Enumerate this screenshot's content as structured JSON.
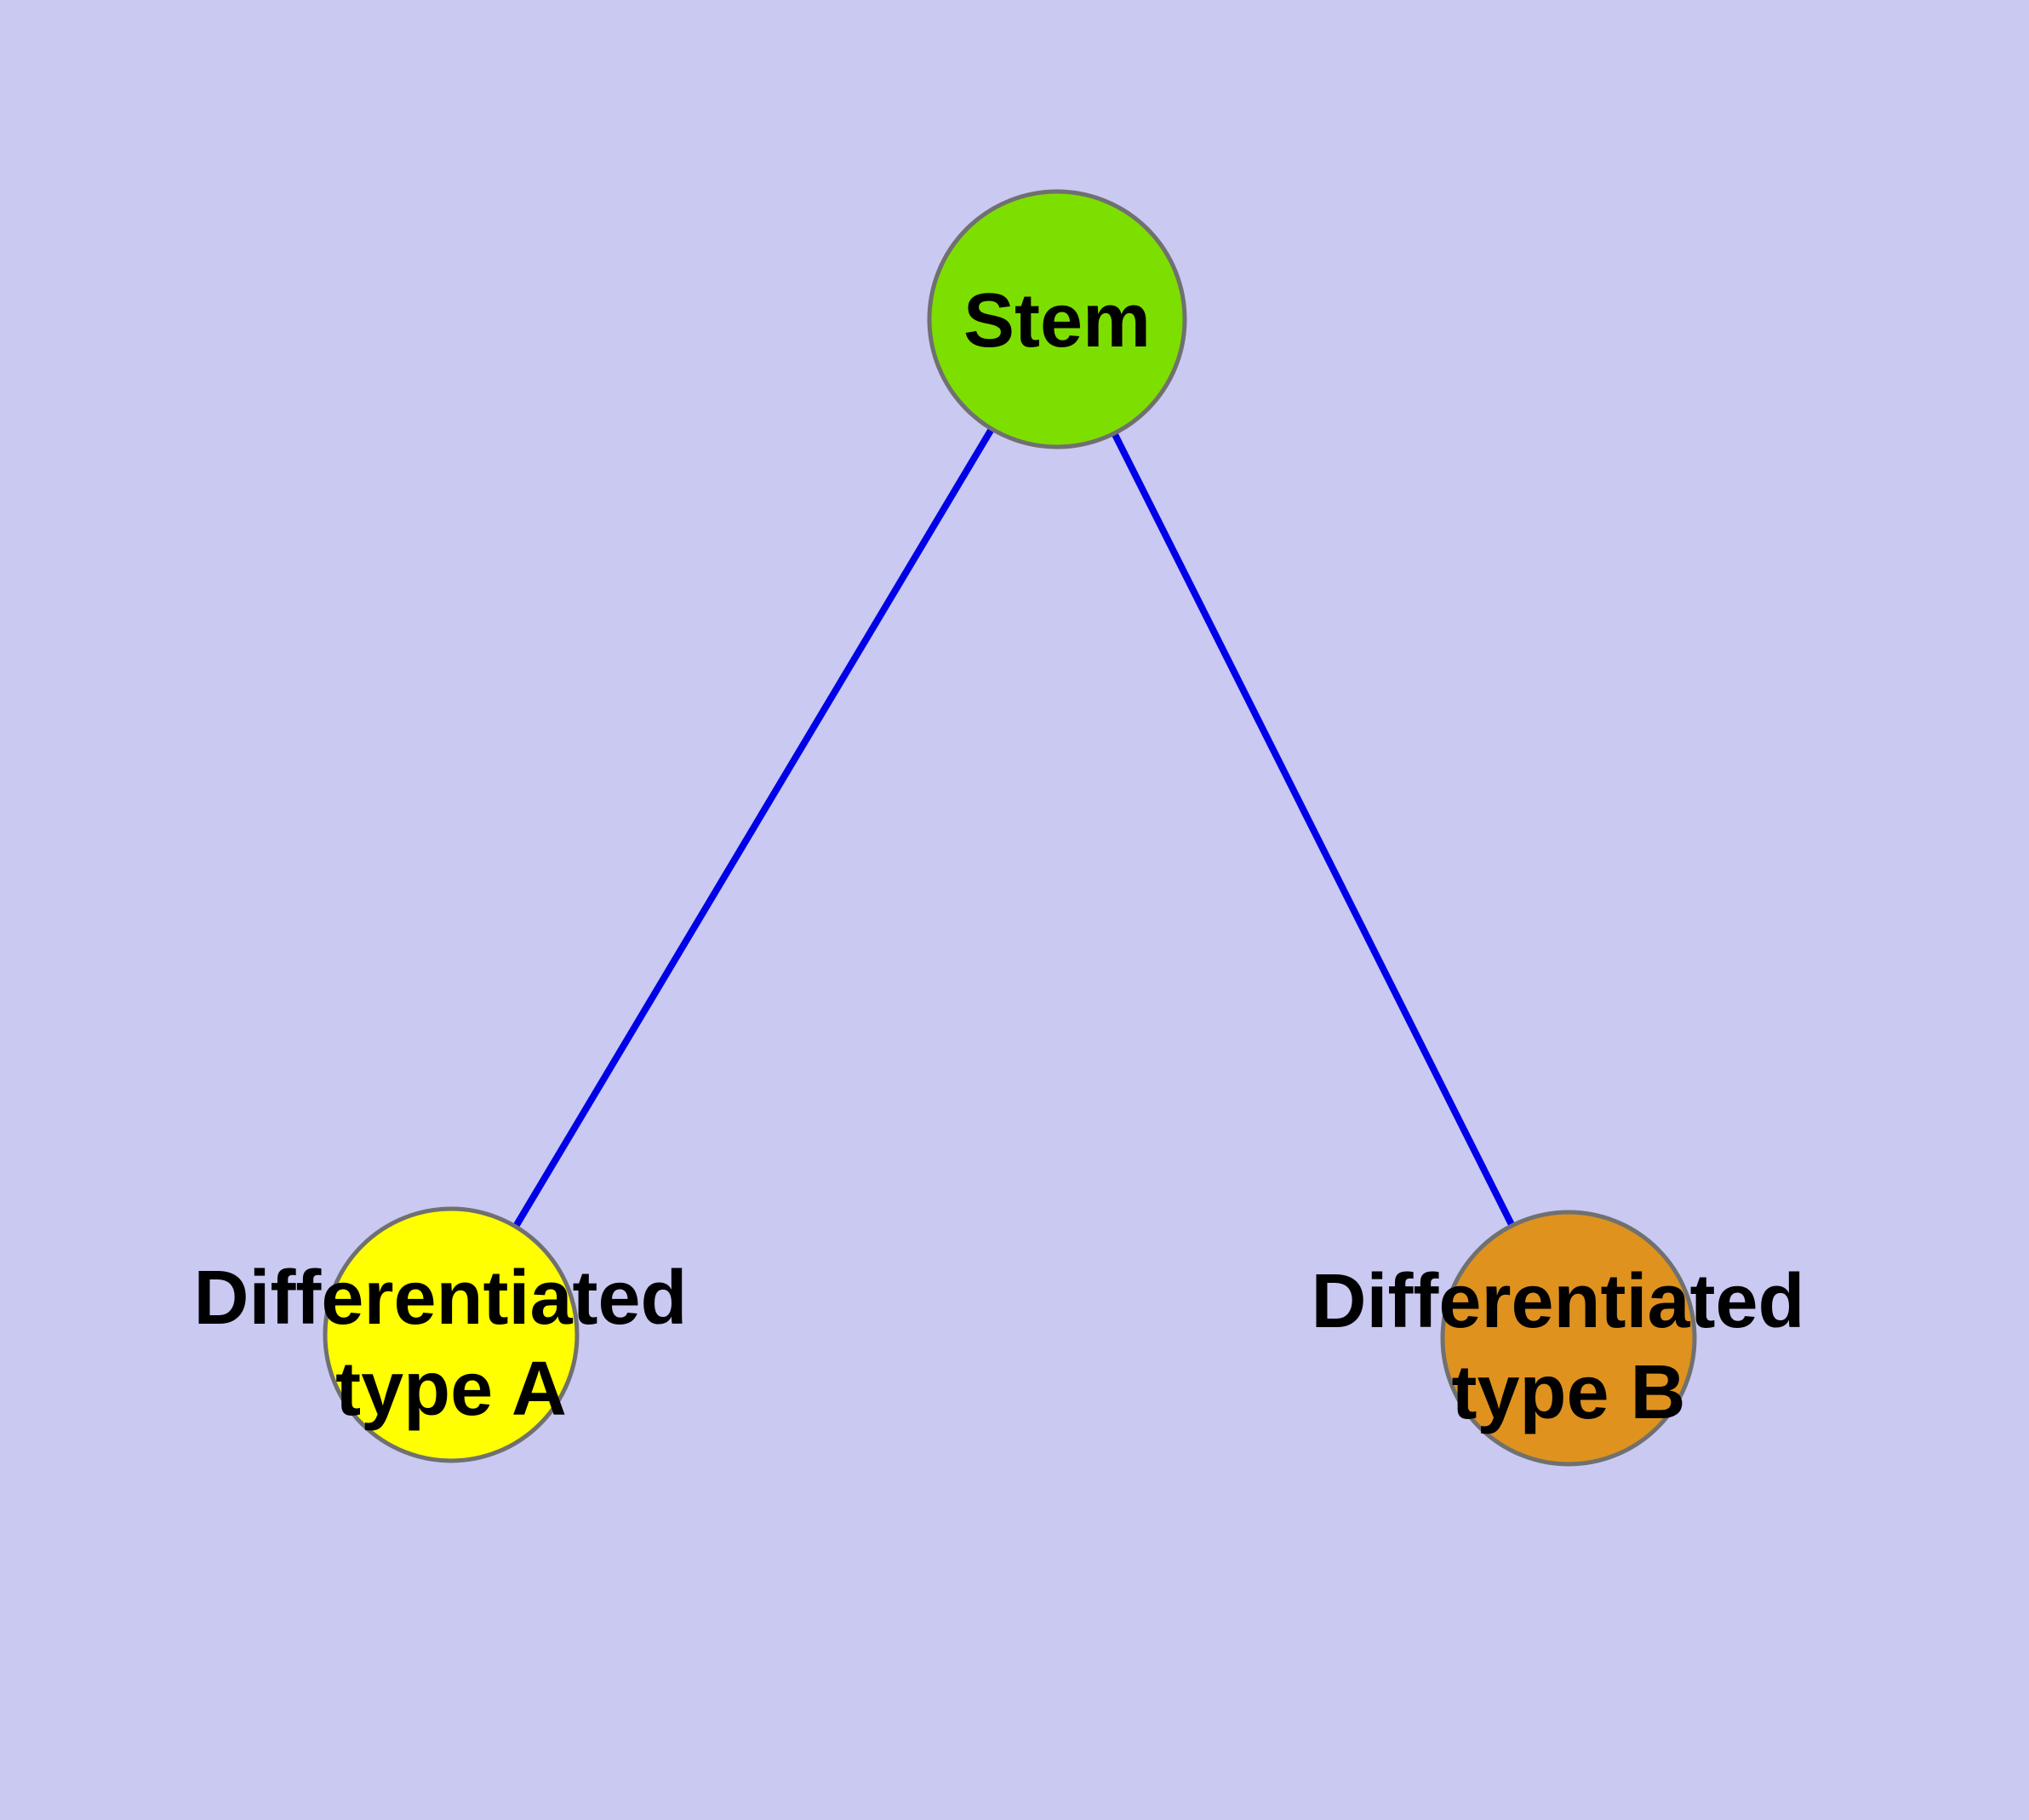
{
  "diagram": {
    "background_color": "#c9c9f2",
    "edge_color": "#0000e8",
    "node_border_color": "#707070",
    "label_color": "#000000",
    "nodes": [
      {
        "id": "stem",
        "label": "Stem",
        "lines": [
          "Stem"
        ],
        "color": "#7cdf00"
      },
      {
        "id": "differentiated-type-a",
        "label": "Differentiated type A",
        "lines": [
          "Differentiated",
          "type A"
        ],
        "color": "#ffff00"
      },
      {
        "id": "differentiated-type-b",
        "label": "Differentiated type B",
        "lines": [
          "Differentiated",
          "type B"
        ],
        "color": "#df921e"
      }
    ],
    "edges": [
      {
        "from": "stem",
        "to": "differentiated-type-a"
      },
      {
        "from": "stem",
        "to": "differentiated-type-b"
      }
    ]
  }
}
